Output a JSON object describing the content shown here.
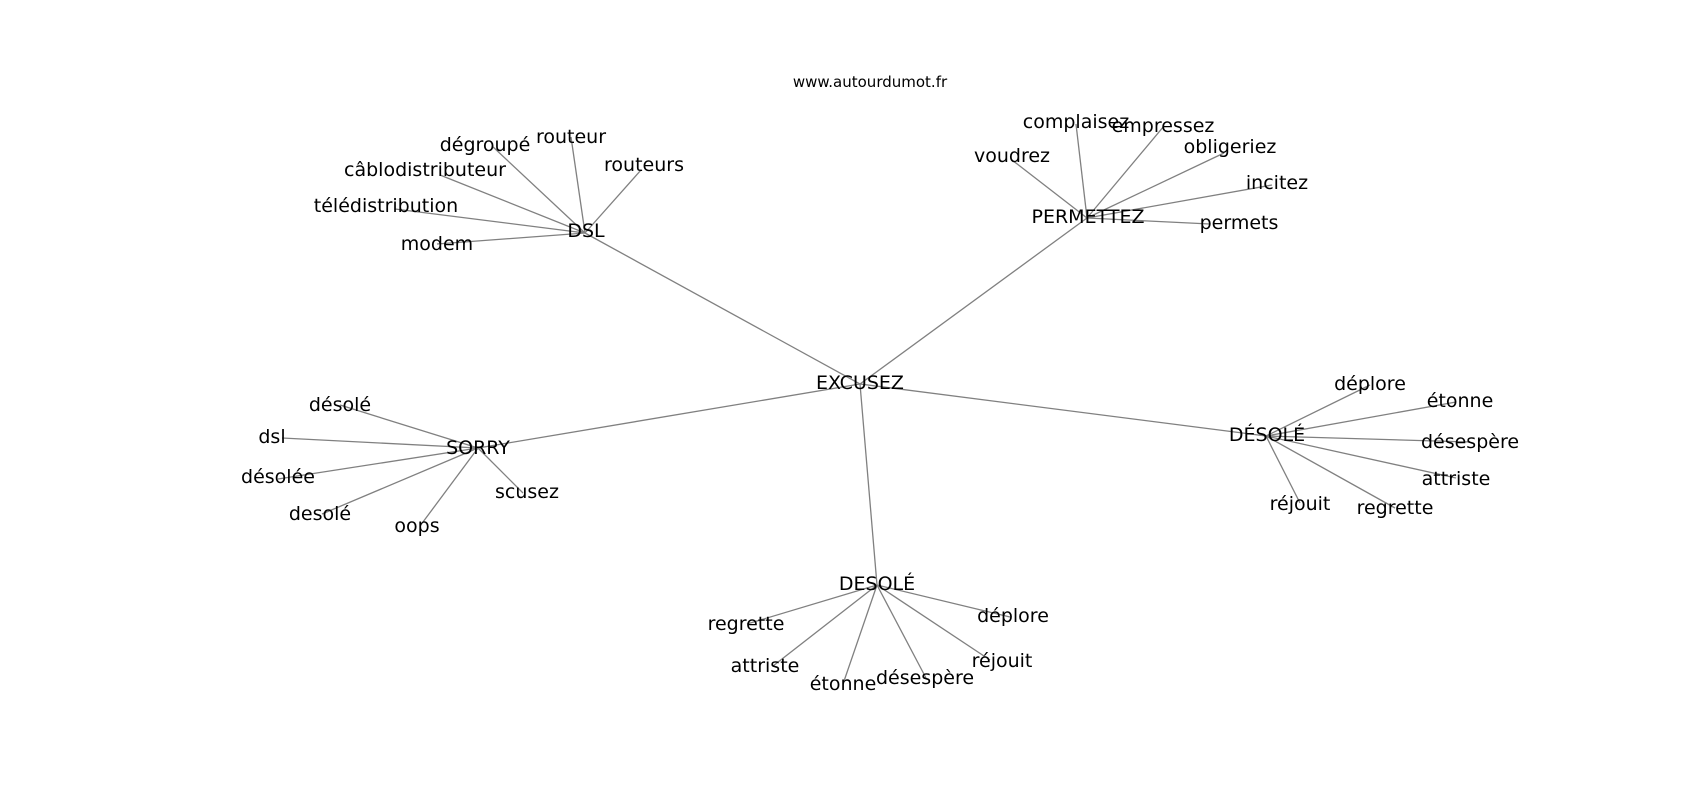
{
  "watermark": "www.autourdumot.fr",
  "graph": {
    "center": "EXCUSEZ",
    "clusters": [
      {
        "label": "DSL",
        "words": [
          "modem",
          "télédistribution",
          "câblodistributeur",
          "dégroupé",
          "routeur",
          "routeurs"
        ]
      },
      {
        "label": "PERMETTEZ",
        "words": [
          "voudrez",
          "complaisez",
          "empressez",
          "obligeriez",
          "incitez",
          "permets"
        ]
      },
      {
        "label": "SORRY",
        "words": [
          "désolé",
          "dsl",
          "désolée",
          "desolé",
          "oops",
          "scusez"
        ]
      },
      {
        "label": "DÉSOLÉ",
        "words": [
          "déplore",
          "étonne",
          "désespère",
          "attriste",
          "regrette",
          "réjouit"
        ]
      },
      {
        "label": "DESOLÉ",
        "words": [
          "regrette",
          "attriste",
          "étonne",
          "désespère",
          "réjouit",
          "déplore"
        ]
      }
    ]
  }
}
